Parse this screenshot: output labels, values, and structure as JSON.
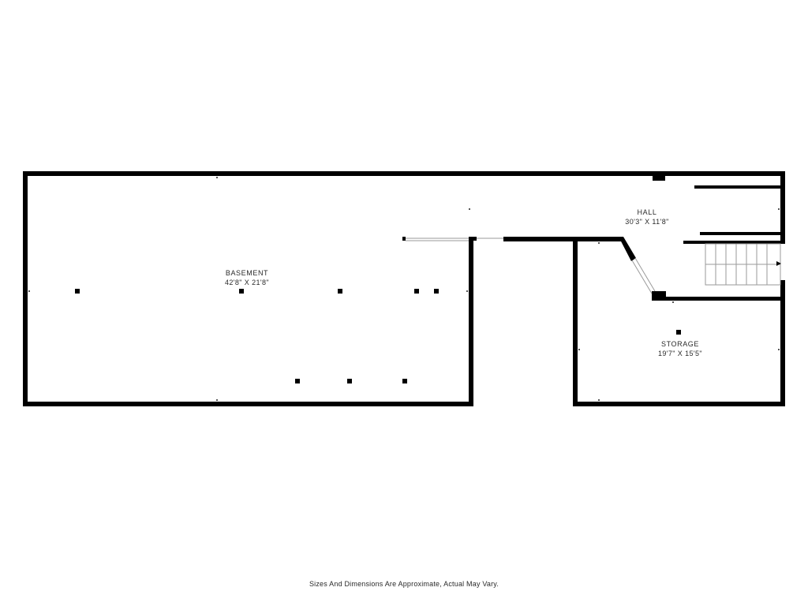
{
  "rooms": {
    "basement": {
      "name": "BASEMENT",
      "dimensions": "42'8\" X 21'8\""
    },
    "hall": {
      "name": "HALL",
      "dimensions": "30'3\" X 11'8\""
    },
    "storage": {
      "name": "STORAGE",
      "dimensions": "19'7\" X 15'5\""
    }
  },
  "footnote": "Sizes And Dimensions Are Approximate, Actual May Vary.",
  "colors": {
    "wall": "#000000",
    "background": "#ffffff",
    "text": "#2a2a2a",
    "stair_line": "#9a9a9a"
  }
}
